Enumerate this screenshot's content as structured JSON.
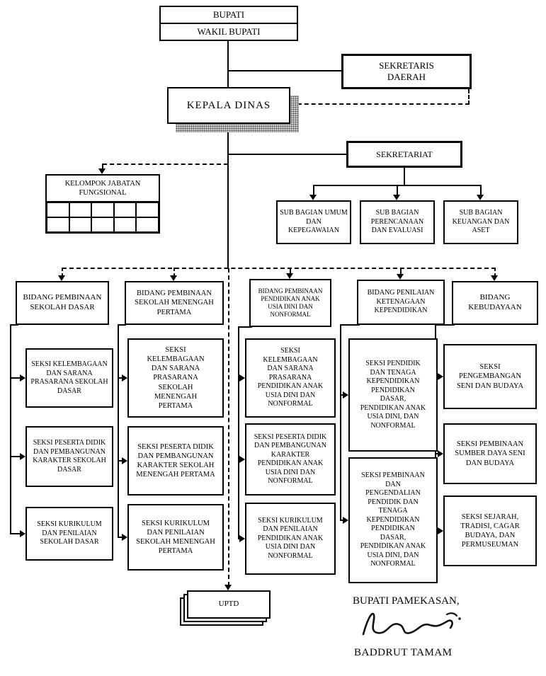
{
  "page": {
    "colors": {
      "ink": "#000000",
      "paper": "#ffffff",
      "shadow": "#c9c9c9"
    }
  },
  "org": {
    "bupati": "BUPATI",
    "wakil_bupati": "WAKIL BUPATI",
    "sekretaris_daerah": "SEKRETARIS DAERAH",
    "kepala_dinas": "KEPALA DINAS",
    "sekretariat": "SEKRETARIAT",
    "kelompok_jabatan_fungsional": "KELOMPOK JABATAN FUNGSIONAL",
    "sub_bagian": [
      "SUB BAGIAN UMUM DAN KEPEGAWAIAN",
      "SUB BAGIAN PERENCANAAN DAN EVALUASI",
      "SUB BAGIAN KEUANGAN DAN ASET"
    ],
    "bidang": [
      "BIDANG PEMBINAAN SEKOLAH DASAR",
      "BIDANG PEMBINAAN SEKOLAH MENENGAH PERTAMA",
      "BIDANG PEMBINAAN PENDIDIKAN ANAK USIA DINI DAN NONFORMAL",
      "BIDANG PENILAIAN KETENAGAAN KEPENDIDIKAN",
      "BIDANG KEBUDAYAAN"
    ],
    "seksi": {
      "sd": [
        "SEKSI KELEMBAGAAN DAN SARANA PRASARANA SEKOLAH DASAR",
        "SEKSI PESERTA DIDIK DAN PEMBANGUNAN KARAKTER SEKOLAH DASAR",
        "SEKSI KURIKULUM DAN PENILAIAN SEKOLAH DASAR"
      ],
      "smp": [
        "SEKSI KELEMBAGAAN DAN SARANA PRASARANA SEKOLAH MENENGAH PERTAMA",
        "SEKSI PESERTA DIDIK DAN PEMBANGUNAN KARAKTER SEKOLAH MENENGAH PERTAMA",
        "SEKSI KURIKULUM DAN PENILAIAN SEKOLAH MENENGAH PERTAMA"
      ],
      "paud_nonformal": [
        "SEKSI KELEMBAGAAN DAN SARANA PRASARANA PENDIDIKAN ANAK USIA DINI DAN NONFORMAL",
        "SEKSI PESERTA DIDIK DAN PEMBANGUNAN KARAKTER PENDIDIKAN ANAK USIA DINI DAN NONFORMAL",
        "SEKSI KURIKULUM DAN PENILAIAN PENDIDIKAN ANAK USIA DINI DAN NONFORMAL"
      ],
      "ketenagaan": [
        "SEKSI PENDIDIK DAN TENAGA KEPENDIDIKAN PENDIDIKAN DASAR, PENDIDIKAN ANAK USIA DINI, DAN NONFORMAL",
        "SEKSI PEMBINAAN DAN PENGENDALIAN PENDIDIK DAN TENAGA KEPENDIDIKAN PENDIDIKAN DASAR, PENDIDIKAN ANAK USIA DINI, DAN NONFORMAL"
      ],
      "kebudayaan": [
        "SEKSI PENGEMBANGAN SENI DAN BUDAYA",
        "SEKSI PEMBINAAN SUMBER DAYA SENI DAN BUDAYA",
        "SEKSI SEJARAH, TRADISI, CAGAR BUDAYA, DAN PERMUSEUMAN"
      ]
    },
    "uptd": "UPTD",
    "signoff": {
      "title": "BUPATI PAMEKASAN,",
      "name": "BADDRUT TAMAM"
    }
  }
}
